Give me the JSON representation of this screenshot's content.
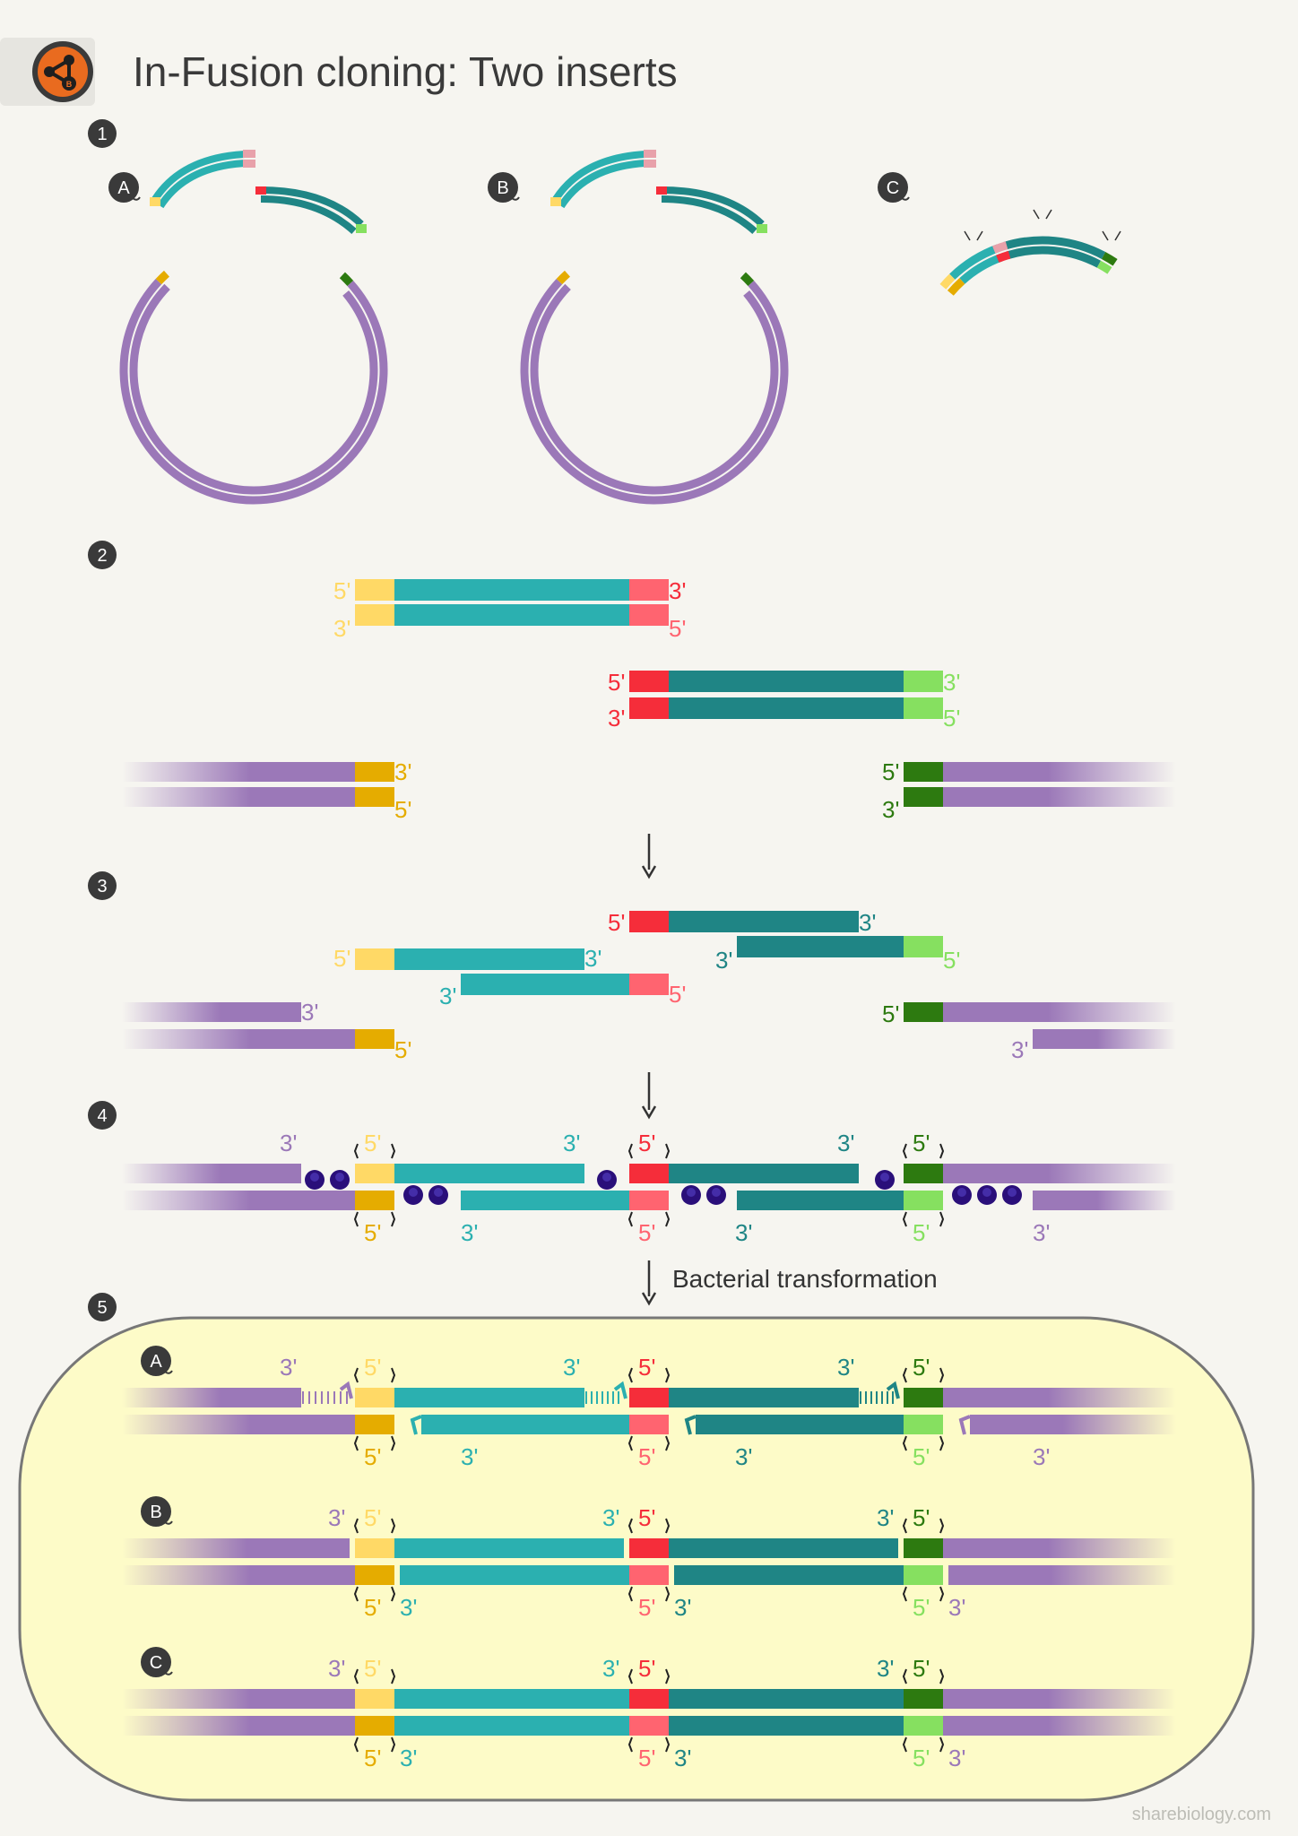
{
  "header": {
    "title": "In-Fusion cloning: Two inserts",
    "logo_letter": "B",
    "logo_icon": "share-network-icon"
  },
  "steps": {
    "s1": "1",
    "s2": "2",
    "s3": "3",
    "s4": "4",
    "s5": "5"
  },
  "markers": {
    "a": "A",
    "b": "B",
    "c": "C"
  },
  "ends": {
    "p5": "5'",
    "p3": "3'"
  },
  "transformation_label": "Bacterial transformation",
  "footer": "sharebiology.com",
  "colors": {
    "vector": "#9b78b8",
    "insert1": "#2bb0b0",
    "insert2": "#1f8585",
    "overlap_vector_left_top": "#ffd966",
    "overlap_vector_left_bottom": "#e5ac00",
    "overlap_mid_top": "#f52d3a",
    "overlap_mid_bottom": "#ff6470",
    "overlap_mid_light": "#e8a1aa",
    "overlap_right_top": "#2d7a10",
    "overlap_right_bottom": "#86e060",
    "enzyme": "#2a0f7a",
    "cell": "#fdfbc8",
    "background": "#f6f5f0"
  }
}
